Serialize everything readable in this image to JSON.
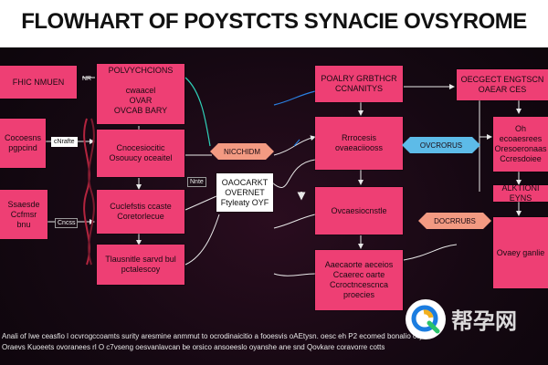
{
  "title": "FLOWHART OF POYSTCTS SYNACIE OVSYROME",
  "colors": {
    "box": "#ee3f74",
    "pill_salmon": "#f39a82",
    "pill_blue": "#5dbbe8",
    "background": "#150812"
  },
  "nodes": {
    "l1": "FHIC NMUEN",
    "l2": "Cocoesns\npgpcind",
    "l3": "Ssaesde\nCcfmsr\nbnu",
    "tag_l2": "cNrafte",
    "tag_l3": "Cncss",
    "tag_nm": "NR",
    "c1_header": "POLVYCHCIONS",
    "c1_body": "cwaacel\nOVAR\nOVCAB BARY",
    "c2": "Cnocesiocitic\nOsouucy oceaitel",
    "tag_c2": "Nnte",
    "c3": "Cuclefstis ccaste\nCoretorlecue",
    "c4": "Tlausnitle sarvd bul\npctalescoy",
    "pill_mid": "NICCHIDM",
    "center": "OAOCARKT\nOVERNET\nFtyleaty OYF",
    "r1": "POALRY GRBTHCR\nCCNANITYS",
    "r2": "Rrrocesis\novaeaciiooss",
    "pill_r2": "OVCRORUS",
    "r3": "Ovcaesiocnstle",
    "pill_r3": "DOCRRUBS",
    "r4": "Aaecaorte aeceios\nCcaerec oarte\nCcroctncescnca\nproecies",
    "f1": "OECGECT ENGTSCN\nOAEAR CES",
    "f2": "Oh ecoaesrees\nOresoeronaas\nCcresdoiee",
    "f3": "ALKTIONI EYNS",
    "f4": "Ovaey ganlie"
  },
  "footer": {
    "line1": "Anali of Iwe ceasfio l ocvrogccoamts surity aresmine anmmut to ocrodinaicitio a fooesvis oAEtysn.   oesc eh P2 ecomed bonalio ory",
    "line2": "Oraevs Kuoeets ovoranees rl O c7vseng oesvanlavcan be orsico ansoeeslo oyanshe ane snd Qovkare coravorre cotts"
  },
  "watermark": {
    "text": "帮孕网",
    "icon": "q-logo-icon"
  }
}
